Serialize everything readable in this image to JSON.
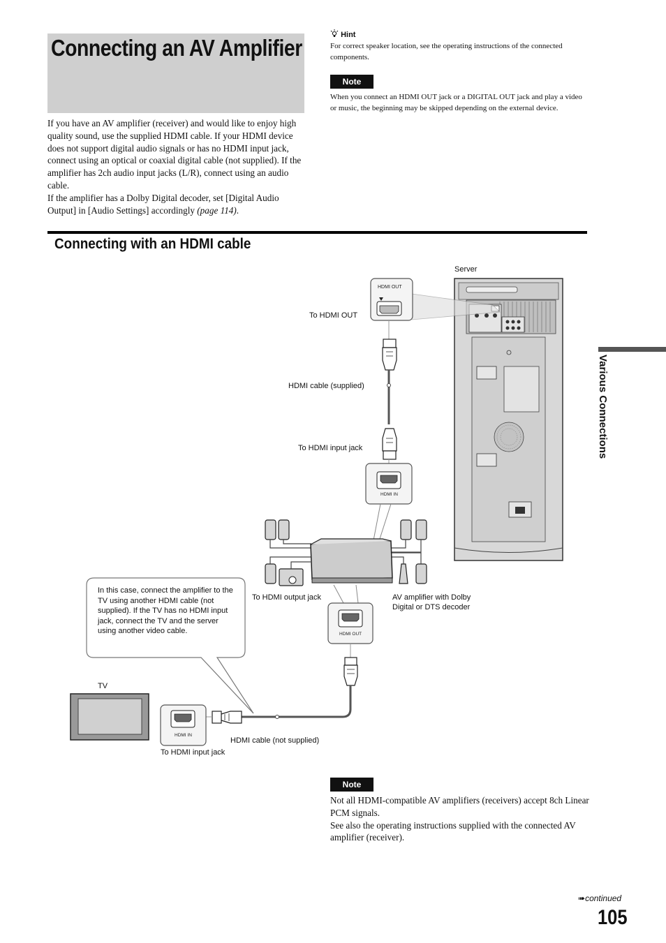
{
  "page": {
    "title": "Connecting an AV Amplifier",
    "intro_paragraphs": [
      "If you have an AV amplifier (receiver) and would like to enjoy high quality sound, use the supplied HDMI cable. If your HDMI device does not support digital audio signals or has no HDMI input jack, connect using an optical or coaxial digital cable (not supplied). If the amplifier has 2ch audio input jacks (L/R), connect using an audio cable.",
      "If the amplifier has a Dolby Digital decoder, set [Digital Audio Output] in [Audio Settings] accordingly"
    ],
    "intro_page_ref": "(page 114)",
    "intro_end": ".",
    "hint": {
      "icon": "lightbulb-icon",
      "label": "Hint",
      "text": "For correct speaker location, see the operating instructions of the connected components."
    },
    "note1": {
      "label": "Note",
      "text": "When you connect an HDMI OUT jack or a DIGITAL OUT jack and play a video or music, the beginning may be skipped depending on the external device."
    },
    "section_title": "Connecting with an HDMI cable",
    "diagram": {
      "server_label": "Server",
      "hdmi_out_jack_label": "HDMI OUT",
      "to_hdmi_out": "To HDMI OUT",
      "hdmi_cable_supplied": "HDMI cable (supplied)",
      "to_hdmi_input_jack_amp": "To HDMI input jack",
      "hdmi_in_jack_label": "HDMI IN",
      "to_hdmi_output_jack": "To HDMI output jack",
      "amp_label_line1": "AV amplifier with Dolby",
      "amp_label_line2": "Digital or DTS decoder",
      "callout": "In this case, connect the amplifier to the TV using another HDMI cable (not supplied). If the TV has no HDMI input jack, connect the TV and the server using another video cable.",
      "tv_label": "TV",
      "hdmi_cable_not_supplied": "HDMI cable (not supplied)",
      "to_hdmi_input_jack_tv": "To HDMI input jack"
    },
    "note2": {
      "label": "Note",
      "paragraphs": [
        "Not all HDMI-compatible AV amplifiers (receivers) accept 8ch Linear PCM signals.",
        "See also the operating instructions supplied with the connected AV amplifier (receiver)."
      ]
    },
    "side_tab": "Various Connections",
    "continued": "continued",
    "page_number": "105"
  }
}
